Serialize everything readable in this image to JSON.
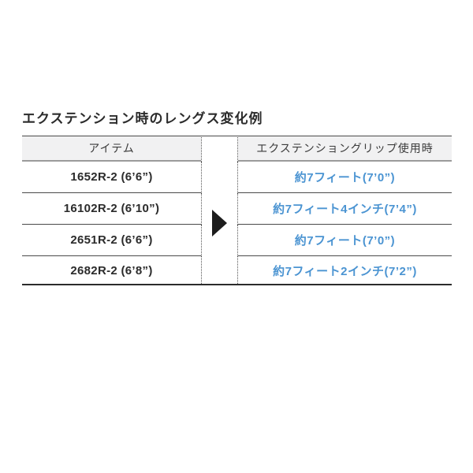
{
  "title": "エクステンション時のレングス変化例",
  "table": {
    "headers": {
      "item": "アイテム",
      "extension": "エクステンショングリップ使用時"
    },
    "rows": [
      {
        "item": "1652R-2 (6’6”)",
        "value": "約7フィート(7’0”)"
      },
      {
        "item": "16102R-2 (6’10”)",
        "value": "約7フィート4インチ(7’4”)"
      },
      {
        "item": "2651R-2 (6’6”)",
        "value": "約7フィート(7’0”)"
      },
      {
        "item": "2682R-2 (6’8”)",
        "value": "約7フィート2インチ(7’2”)"
      }
    ]
  },
  "icons": {
    "arrow": "right-triangle-arrow"
  },
  "colors": {
    "background": "#ffffff",
    "title_text": "#2b2b2b",
    "header_background": "#f1f1f2",
    "header_text": "#3c3c3c",
    "item_text": "#2b2b2b",
    "value_text": "#4b94d2",
    "row_separator": "#4a4a4a",
    "header_separator": "#9b9b9b",
    "table_bottom_border": "#2b2b2b",
    "dotted_line": "#555555",
    "arrow": "#1d1d1d"
  }
}
